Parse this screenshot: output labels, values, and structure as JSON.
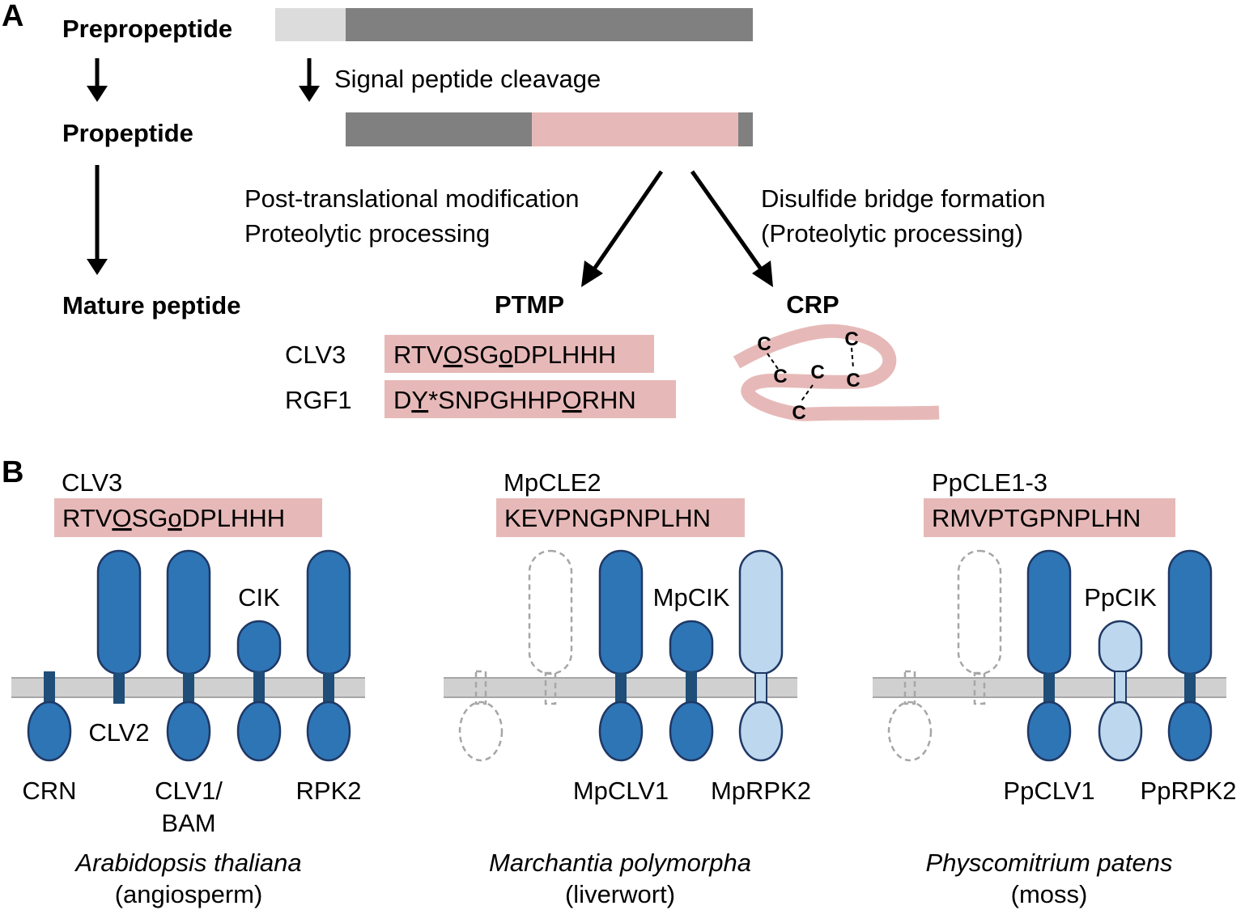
{
  "colors": {
    "signal": "#dcdcdc",
    "body": "#808080",
    "peptide": "#e6b9b8",
    "receptor": "#2e75b6",
    "receptor_stroke": "#1f3864",
    "receptor_light": "#bdd7ee",
    "tm_stalk": "#1f4e79",
    "membrane": "#d0d0d0",
    "absent": "#a6a6a6",
    "text": "#000000"
  },
  "panel_a": {
    "label": "A",
    "stages": [
      "Prepropeptide",
      "Propeptide",
      "Mature peptide"
    ],
    "signal_step": "Signal peptide cleavage",
    "left_path": [
      "Post-translational modification",
      "Proteolytic processing"
    ],
    "right_path": [
      "Disulfide bridge formation",
      "(Proteolytic processing)"
    ],
    "ptmp": {
      "title": "PTMP",
      "peptides": [
        {
          "name": "CLV3",
          "segments": [
            {
              "text": "RTV",
              "u": false
            },
            {
              "text": "O",
              "u": true
            },
            {
              "text": "SG",
              "u": false
            },
            {
              "text": "o",
              "u": true
            },
            {
              "text": "DPLHHH",
              "u": false
            }
          ]
        },
        {
          "name": "RGF1",
          "segments": [
            {
              "text": "D",
              "u": false
            },
            {
              "text": "Y",
              "u": true
            },
            {
              "text": "*SNPGHHP",
              "u": false
            },
            {
              "text": "O",
              "u": true
            },
            {
              "text": "RHN",
              "u": false
            }
          ]
        }
      ]
    },
    "crp": {
      "title": "CRP",
      "residue": "C"
    }
  },
  "panel_b": {
    "label": "B",
    "species": [
      {
        "peptide_name": "CLV3",
        "sequence_segments": [
          {
            "text": "RTV",
            "u": false
          },
          {
            "text": "O",
            "u": true
          },
          {
            "text": "SG",
            "u": false
          },
          {
            "text": "o",
            "u": true
          },
          {
            "text": "DPLHHH",
            "u": false
          }
        ],
        "receptors": [
          "CRN",
          "CLV2",
          "CLV1/",
          "BAM",
          "CIK",
          "RPK2"
        ],
        "species_name": "Arabidopsis thaliana",
        "group": "(angiosperm)"
      },
      {
        "peptide_name": "MpCLE2",
        "sequence_segments": [
          {
            "text": "KEVPNGPNPLHN",
            "u": false
          }
        ],
        "receptors": [
          "MpCLV1",
          "MpCIK",
          "MpRPK2"
        ],
        "species_name": "Marchantia polymorpha",
        "group": "(liverwort)"
      },
      {
        "peptide_name": "PpCLE1-3",
        "sequence_segments": [
          {
            "text": "RMVPTGPNPLHN",
            "u": false
          }
        ],
        "receptors": [
          "PpCLV1",
          "PpCIK",
          "PpRPK2"
        ],
        "species_name": "Physcomitrium patens",
        "group": "(moss)"
      }
    ]
  }
}
